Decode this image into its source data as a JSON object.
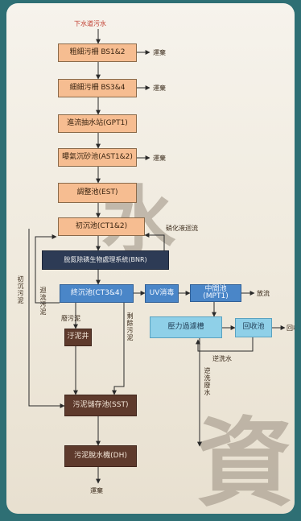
{
  "watermark": {
    "char1": "水",
    "char2": "資"
  },
  "flow": {
    "source": "下水道污水",
    "nodes": {
      "coarse_screen": "粗細污柵 BS1&2",
      "fine_screen": "細細污柵 BS3&4",
      "pump_station": "進流抽水站(GPT1)",
      "grit_chamber": "曝氣沉砂池(AST1&2)",
      "equalization": "調整池(EST)",
      "primary_clarifier": "初沉池(CT1&2)",
      "bio_system": "脫氮除磷生物處理系統(BNR)",
      "final_clarifier": "終沉池(CT3&4)",
      "uv": "UV消毒",
      "middle_basin": "中間池(MPT1)",
      "pressure_filter": "壓力過濾槽",
      "reuse_basin": "回收池",
      "sludge_well": "汙泥井",
      "sludge_storage": "污泥儲存池(SST)",
      "dewatering": "污泥脫水機(DH)"
    },
    "labels": {
      "out1": "運棄",
      "out2": "運棄",
      "out3": "運棄",
      "out_sludge": "運棄",
      "discharge": "放流",
      "reuse_out": "回收",
      "internal_return": "硝化液迴流",
      "primary_sludge": "初沉污泥",
      "return_sludge": "迴流污泥",
      "waste_sludge": "廢污泥",
      "excess_sludge": "剩餘污泥",
      "backwash_water": "逆洗水",
      "backwash_waste": "逆洗廢水"
    }
  }
}
